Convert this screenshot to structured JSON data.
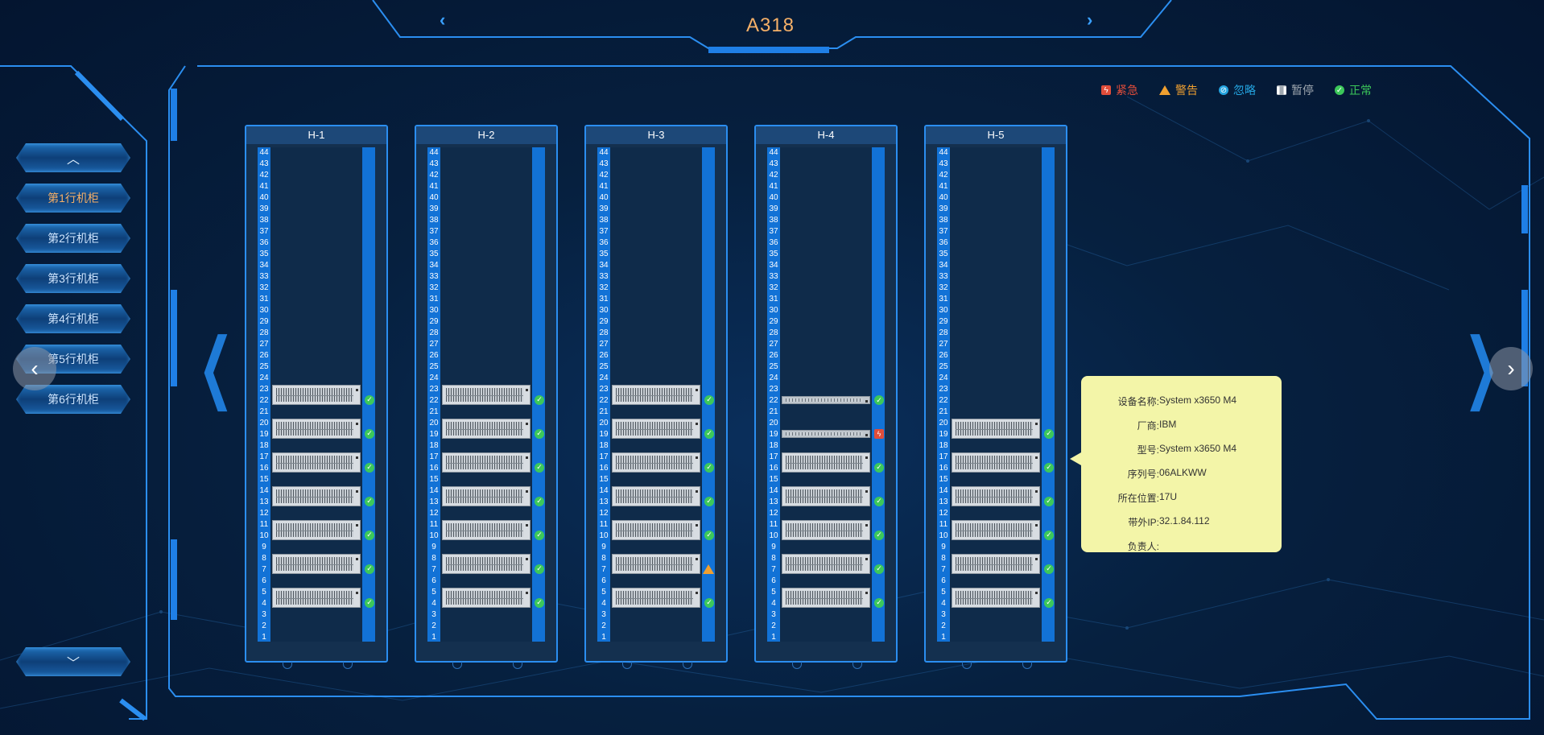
{
  "header": {
    "title": "A318",
    "prev_icon": "chevron-left-icon",
    "next_icon": "chevron-right-icon"
  },
  "legend": [
    {
      "label": "紧急",
      "color": "#e04d3a",
      "icon": "urgent-icon"
    },
    {
      "label": "警告",
      "color": "#f0a030",
      "icon": "warning-icon"
    },
    {
      "label": "忽略",
      "color": "#24a4e0",
      "icon": "ignore-icon"
    },
    {
      "label": "暂停",
      "color": "#a0a8b0",
      "icon": "pause-icon"
    },
    {
      "label": "正常",
      "color": "#3cc85a",
      "icon": "ok-icon"
    }
  ],
  "sidebar": {
    "up_icon": "chevron-up-icon",
    "down_icon": "chevron-down-icon",
    "items": [
      {
        "label": "第1行机柜",
        "active": true
      },
      {
        "label": "第2行机柜"
      },
      {
        "label": "第3行机柜"
      },
      {
        "label": "第4行机柜"
      },
      {
        "label": "第5行机柜"
      },
      {
        "label": "第6行机柜"
      }
    ]
  },
  "racks": [
    {
      "name": "H-1",
      "units": 44,
      "devices": [
        {
          "top_u": 23,
          "height_u": 2,
          "status": "ok"
        },
        {
          "top_u": 20,
          "height_u": 2,
          "status": "ok"
        },
        {
          "top_u": 17,
          "height_u": 2,
          "status": "ok"
        },
        {
          "top_u": 14,
          "height_u": 2,
          "status": "ok"
        },
        {
          "top_u": 11,
          "height_u": 2,
          "status": "ok"
        },
        {
          "top_u": 8,
          "height_u": 2,
          "status": "ok"
        },
        {
          "top_u": 5,
          "height_u": 2,
          "status": "ok"
        }
      ]
    },
    {
      "name": "H-2",
      "units": 44,
      "devices": [
        {
          "top_u": 23,
          "height_u": 2,
          "status": "ok"
        },
        {
          "top_u": 20,
          "height_u": 2,
          "status": "ok"
        },
        {
          "top_u": 17,
          "height_u": 2,
          "status": "ok"
        },
        {
          "top_u": 14,
          "height_u": 2,
          "status": "ok"
        },
        {
          "top_u": 11,
          "height_u": 2,
          "status": "ok"
        },
        {
          "top_u": 8,
          "height_u": 2,
          "status": "ok"
        },
        {
          "top_u": 5,
          "height_u": 2,
          "status": "ok"
        }
      ]
    },
    {
      "name": "H-3",
      "units": 44,
      "devices": [
        {
          "top_u": 23,
          "height_u": 2,
          "status": "ok"
        },
        {
          "top_u": 20,
          "height_u": 2,
          "status": "ok"
        },
        {
          "top_u": 17,
          "height_u": 2,
          "status": "ok"
        },
        {
          "top_u": 14,
          "height_u": 2,
          "status": "ok"
        },
        {
          "top_u": 11,
          "height_u": 2,
          "status": "ok"
        },
        {
          "top_u": 8,
          "height_u": 2,
          "status": "warning"
        },
        {
          "top_u": 5,
          "height_u": 2,
          "status": "ok"
        }
      ]
    },
    {
      "name": "H-4",
      "units": 44,
      "devices": [
        {
          "top_u": 22,
          "height_u": 1,
          "status": "ok",
          "thin": true
        },
        {
          "top_u": 19,
          "height_u": 1,
          "status": "urgent",
          "thin": true
        },
        {
          "top_u": 17,
          "height_u": 2,
          "status": "ok"
        },
        {
          "top_u": 14,
          "height_u": 2,
          "status": "ok"
        },
        {
          "top_u": 11,
          "height_u": 2,
          "status": "ok"
        },
        {
          "top_u": 8,
          "height_u": 2,
          "status": "ok"
        },
        {
          "top_u": 5,
          "height_u": 2,
          "status": "ok"
        }
      ]
    },
    {
      "name": "H-5",
      "units": 44,
      "devices": [
        {
          "top_u": 20,
          "height_u": 2,
          "status": "ok"
        },
        {
          "top_u": 17,
          "height_u": 2,
          "status": "ok"
        },
        {
          "top_u": 14,
          "height_u": 2,
          "status": "ok"
        },
        {
          "top_u": 11,
          "height_u": 2,
          "status": "ok"
        },
        {
          "top_u": 8,
          "height_u": 2,
          "status": "ok"
        },
        {
          "top_u": 5,
          "height_u": 2,
          "status": "ok"
        }
      ]
    }
  ],
  "tooltip": {
    "rows": [
      {
        "key": "设备名称:",
        "value": "System x3650 M4"
      },
      {
        "key": "厂商:",
        "value": "IBM"
      },
      {
        "key": "型号:",
        "value": "System x3650 M4"
      },
      {
        "key": "序列号:",
        "value": "06ALKWW"
      },
      {
        "key": "所在位置:",
        "value": "17U"
      },
      {
        "key": "带外IP:",
        "value": "32.1.84.112"
      },
      {
        "key": "负责人:",
        "value": ""
      }
    ]
  },
  "nav": {
    "left_icon": "arrow-left-icon",
    "right_icon": "arrow-right-icon"
  }
}
